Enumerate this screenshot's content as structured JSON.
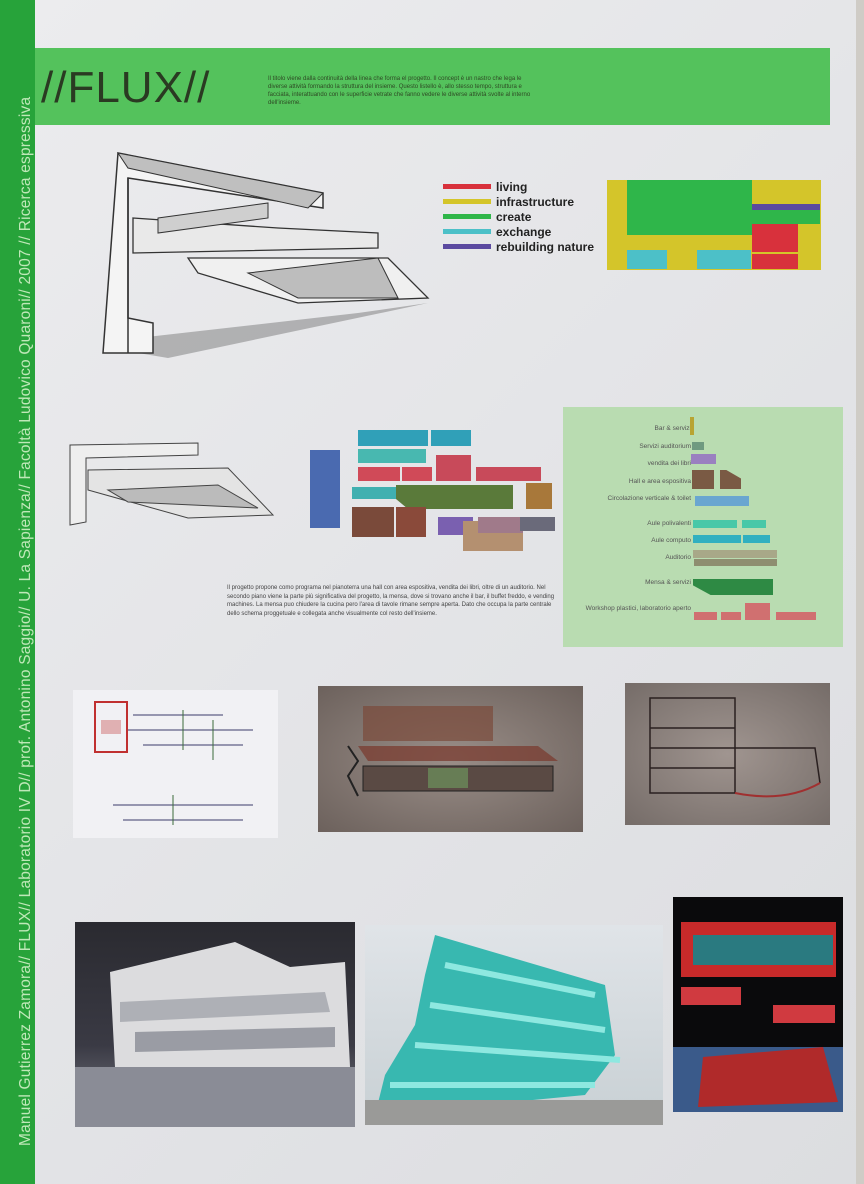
{
  "sidebar": {
    "text": "Manuel Gutierrez Zamora// FLUX// Laboratorio IV D// prof. Antonino Saggio// U. La Sapienza// Facoltà Ludovico Quaroni// 2007 // Ricerca espressiva"
  },
  "header": {
    "title": "//FLUX//",
    "intro": "Il titolo viene dalla continuità della linea che forma el progetto. Il concept è un nastro che lega le diverse attività formando la struttura del insieme. Questo listello è, allo stesso tempo, struttura e facciata, interattuando con le superficie vetrate che fanno vedere le diverse attività svolte al interno dell'insieme."
  },
  "legend": [
    {
      "label": "living",
      "color": "#d8313c"
    },
    {
      "label": "infrastructure",
      "color": "#d4c52a"
    },
    {
      "label": "create",
      "color": "#2fb64a"
    },
    {
      "label": "exchange",
      "color": "#4cc0c8"
    },
    {
      "label": "rebuilding nature",
      "color": "#5b4aa0"
    }
  ],
  "program": {
    "items": [
      {
        "label": "Bar & servizi",
        "color": "#b8a432"
      },
      {
        "label": "Servizi auditorium",
        "color": "#6f9a80"
      },
      {
        "label": "vendita dei libri",
        "color": "#9a80c0"
      },
      {
        "label": "Hall e area espositiva",
        "color": "#7a5a44"
      },
      {
        "label": "Circolazione verticale & toilet",
        "color": "#6aa6d0"
      },
      {
        "label": "Aule polivalenti",
        "color": "#48c8a8"
      },
      {
        "label": "Aule computo",
        "color": "#30b0c0"
      },
      {
        "label": "Auditorio",
        "color": "#a8a888"
      },
      {
        "label": "Mensa & servizi",
        "color": "#2e8a44"
      },
      {
        "label": "Workshop plastici, laboratorio aperto",
        "color": "#d07070"
      }
    ]
  },
  "description": "Il progetto propone como programa nel pianoterra una hall con area espositiva, vendita dei libri, oltre di un auditorio. Nel secondo piano viene la parte più significativa del progetto, la mensa, dove si trovano anche il bar, il buffet freddo, e vending machines. La mensa puo chiudere la cucina pero l'area di tavole rimane sempre aperta. Dato che occupa la parte centrale dello schema proggetuale e collegata anche visualmente col resto dell'insieme."
}
